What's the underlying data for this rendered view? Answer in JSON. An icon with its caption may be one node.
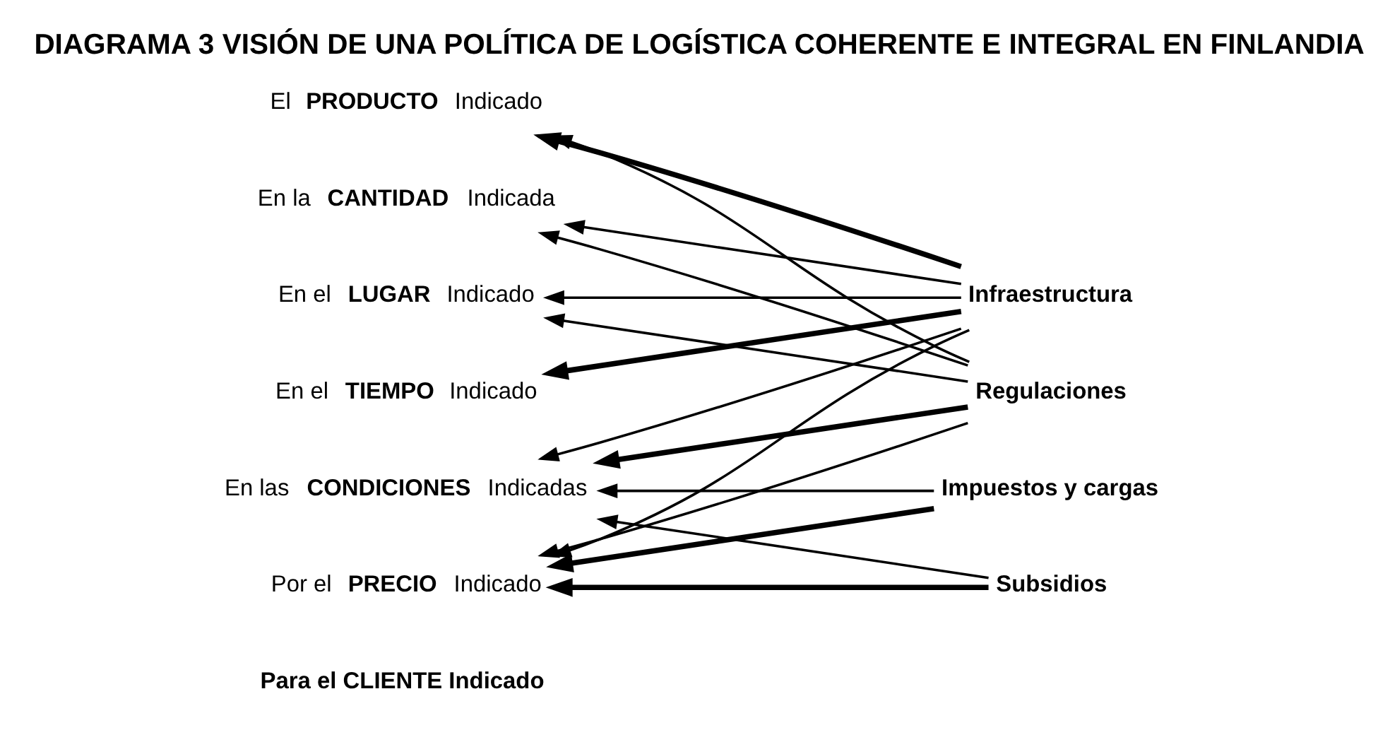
{
  "diagram": {
    "title": "DIAGRAMA 3 VISIÓN DE UNA POLÍTICA DE LOGÍSTICA COHERENTE E INTEGRAL EN FINLANDIA",
    "nodes": [
      {
        "text": [
          "El **PRODUCTO** Indicado"
        ]
      },
      {
        "text": [
          "En la **CANTIDAD** Indicada"
        ]
      },
      {
        "text": [
          "En el **LUGAR** Indicado"
        ]
      },
      {
        "text": [
          "En el **TIEMPO** Indicado"
        ]
      },
      {
        "text": [
          "En las **CONDICIONES** Indicadas"
        ]
      },
      {
        "text": [
          "Por el **PRECIO** Indicado"
        ]
      },
      {
        "text": [
          "**Infraestructura**"
        ]
      },
      {
        "text": [
          "**Regulaciones**"
        ]
      },
      {
        "text": [
          "**Impuestos y cargas**"
        ]
      },
      {
        "text": [
          "**Subsidios**"
        ]
      }
    ],
    "edges": [
      {
        "from": 6,
        "to": 0,
        "arrow": "to",
        "style": "thick"
      },
      {
        "from": 6,
        "to": 1,
        "arrow": "to"
      },
      {
        "from": 6,
        "to": 2,
        "arrow": "to"
      },
      {
        "from": 6,
        "to": 3,
        "arrow": "to",
        "style": "thick"
      },
      {
        "from": 6,
        "to": 4,
        "arrow": "to"
      },
      {
        "from": 6,
        "to": 5,
        "arrow": "to"
      },
      {
        "from": 7,
        "to": 0,
        "arrow": "to"
      },
      {
        "from": 7,
        "to": 1,
        "arrow": "to"
      },
      {
        "from": 7,
        "to": 2,
        "arrow": "to"
      },
      {
        "from": 7,
        "to": 4,
        "arrow": "to",
        "style": "thick"
      },
      {
        "from": 7,
        "to": 5,
        "arrow": "to"
      },
      {
        "from": 8,
        "to": 4,
        "arrow": "to"
      },
      {
        "from": 8,
        "to": 5,
        "arrow": "to",
        "style": "thick"
      },
      {
        "from": 9,
        "to": 4,
        "arrow": "to"
      },
      {
        "from": 9,
        "to": 5,
        "arrow": "to",
        "style": "thick"
      }
    ],
    "labels": [
      "**Para el CLIENTE Indicado**"
    ]
  }
}
